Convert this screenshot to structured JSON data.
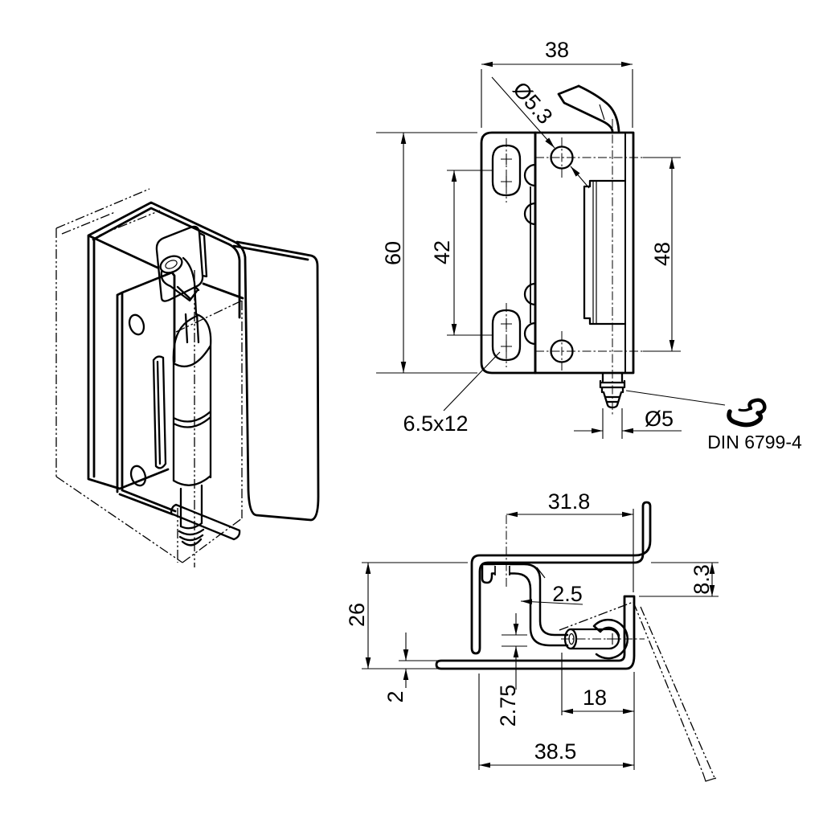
{
  "colors": {
    "line_color": "#000000",
    "background_color": "#ffffff"
  },
  "views": {
    "front": {
      "width": "38",
      "height": "60",
      "slot_spacing": "42",
      "hole_spacing": "48",
      "hole_diameter": "Ø5.3",
      "slot_size": "6.5x12",
      "pin_diameter": "Ø5"
    },
    "section": {
      "flange_width": "31.8",
      "lip_offset": "8.3",
      "profile_height": "26",
      "sheet_thickness": "2.5",
      "base_thickness": "2",
      "pin_offset": "2.75",
      "pin_length": "18",
      "overall_width": "38.5"
    },
    "hardware": {
      "retaining_ring_standard": "DIN 6799-4"
    }
  }
}
